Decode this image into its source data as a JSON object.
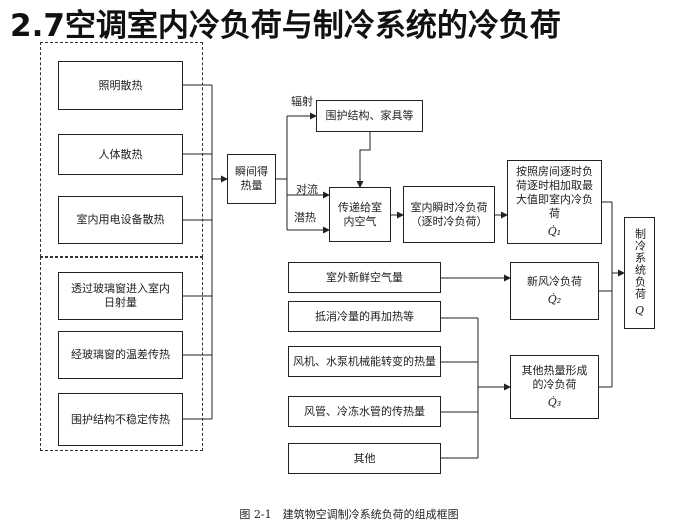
{
  "heading": "2.7空调室内冷负荷与制冷系统的冷负荷",
  "sources": {
    "lighting": "照明散热",
    "people": "人体散热",
    "equipment": "室内用电设备散热",
    "solar": "透过玻璃窗进入室内日射量",
    "glass_conduction": "经玻璃窗的温差传热",
    "envelope": "围护结构不稳定传热"
  },
  "instant_gain": "瞬间得热量",
  "labels": {
    "radiation": "辐射",
    "convection": "对流",
    "latent": "潜热"
  },
  "envelope_furniture": "围护结构、家具等",
  "transfer_to_air": "传递给室内空气",
  "instant_load": {
    "title": "室内瞬时冷负荷",
    "sub": "（逐时冷负荷）"
  },
  "room_load": {
    "text": "按照房间逐时负荷逐时相加取最大值即室内冷负荷",
    "symbol": "Q̇₁"
  },
  "fresh_air": {
    "source": "室外新鲜空气量",
    "load": "新风冷负荷",
    "symbol": "Q̇₂"
  },
  "other": {
    "reheat": "抵消冷量的再加热等",
    "fans": "风机、水泵机械能转变的热量",
    "ducts": "风管、冷冻水管的传热量",
    "misc": "其他",
    "load": "其他热量形成的冷负荷",
    "symbol": "Q̇₃"
  },
  "system_load": {
    "text": "制冷系统负荷",
    "symbol": "Q"
  },
  "caption": "图 2-1　建筑物空调制冷系统负荷的组成框图"
}
